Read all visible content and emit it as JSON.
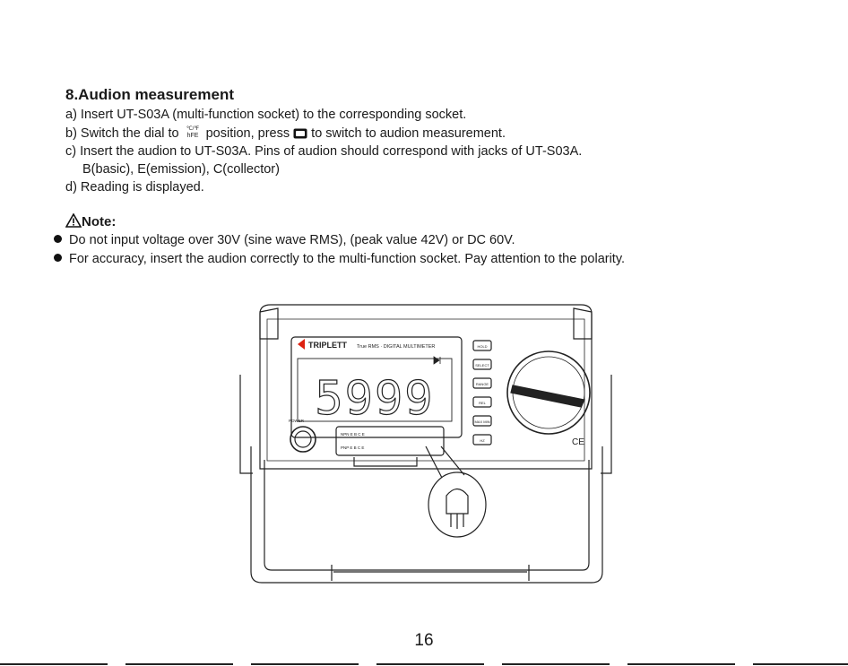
{
  "section": {
    "title": "8.Audion measurement",
    "steps": [
      {
        "prefix": "a) Insert UT-S03A (multi-function socket) to the corresponding socket."
      },
      {
        "prefix": "b) Switch the dial to",
        "middle": "position, press",
        "suffix": "to switch to audion measurement.",
        "dial_icon": "hfe-symbol-icon",
        "button_icon": "button-icon"
      },
      {
        "prefix": "c) Insert the audion to UT-S03A. Pins of audion should correspond with jacks of UT-S03A."
      },
      {
        "prefix": "B(basic), E(emission), C(collector)"
      },
      {
        "prefix": "d) Reading is displayed."
      }
    ],
    "dial_symbol_top": "℃/℉",
    "dial_symbol_bottom": "hFE"
  },
  "note": {
    "title": "Note:",
    "bullets": [
      "Do not input voltage over 30V (sine wave RMS), (peak value 42V) or DC 60V.",
      "For accuracy, insert the audion correctly to the multi-function socket. Pay attention to the polarity."
    ]
  },
  "meter": {
    "brand": "TRIPLETT",
    "model_text": "True RMS · DIGITAL MULTIMETER",
    "display_reading": "5999",
    "power_label": "POWER",
    "socket_rows": [
      "NPN E B C E",
      "PNP E B C E"
    ],
    "buttons": [
      "HOLD",
      "SELECT",
      "RANGE",
      "REL",
      "MAX MIN",
      "HZ"
    ],
    "ce_mark": "CE"
  },
  "page": {
    "number": "16"
  }
}
